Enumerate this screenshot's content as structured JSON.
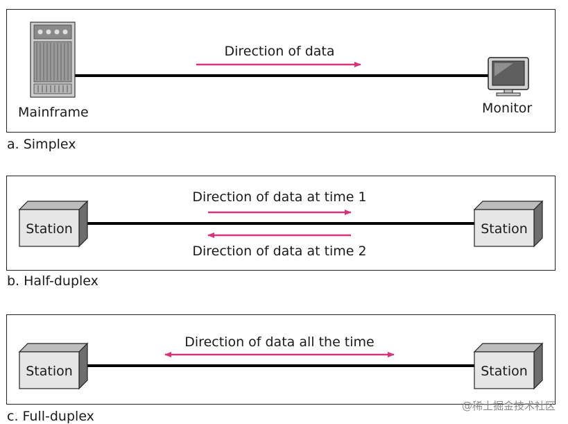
{
  "simplex": {
    "caption": "a. Simplex",
    "direction_label": "Direction of data",
    "left_device_label": "Mainframe",
    "right_device_label": "Monitor"
  },
  "half_duplex": {
    "caption": "b. Half-duplex",
    "label_time1": "Direction of data at time 1",
    "label_time2": "Direction of data at time 2",
    "left_station_label": "Station",
    "right_station_label": "Station"
  },
  "full_duplex": {
    "caption": "c. Full-duplex",
    "direction_label": "Direction of data all the time",
    "left_station_label": "Station",
    "right_station_label": "Station"
  },
  "watermark": "@稀土掘金技术社区",
  "colors": {
    "arrow": "#d6337a",
    "line": "#000000",
    "station_face": "#e6e6e6",
    "station_side": "#6e6e6e",
    "station_top": "#bdbdbd"
  }
}
